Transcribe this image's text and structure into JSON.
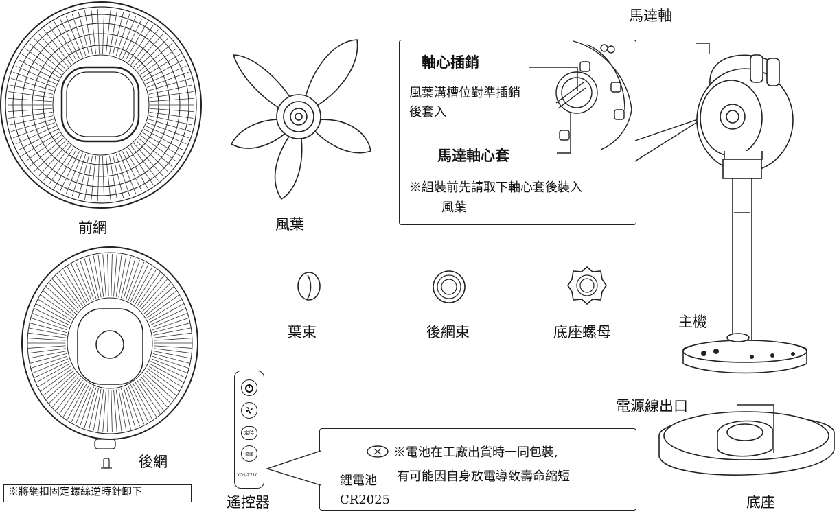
{
  "parts": {
    "front_guard": "前網",
    "blade": "風葉",
    "rear_guard": "後網",
    "spinner": "葉束",
    "rear_guard_nut": "後網束",
    "base_nut": "底座螺母",
    "main_unit": "主機",
    "base": "底座",
    "remote": "遙控器",
    "motor_shaft": "馬達軸",
    "power_outlet": "電源線出口"
  },
  "detail_callout": {
    "pin_title": "軸心插銷",
    "pin_note_line1": "風葉溝槽位對準插銷",
    "pin_note_line2": "後套入",
    "sleeve_title": "馬達軸心套",
    "sleeve_note_line1": "※組裝前先請取下軸心套後裝入",
    "sleeve_note_line2": "風葉"
  },
  "battery_callout": {
    "note_line1": "※電池在工廠出貨時一同包裝,",
    "note_line2": "有可能因自身放電導致壽命縮短",
    "battery_name": "鋰電池",
    "battery_model": "CR2025"
  },
  "screw_note": "※將網扣固定螺絲逆時針卸下",
  "remote_model": "XQS-Z710",
  "icons": [
    "power-icon",
    "fan-icon",
    "timer-button",
    "swing-button"
  ],
  "colors": {
    "line": "#222222",
    "background": "#ffffff"
  }
}
